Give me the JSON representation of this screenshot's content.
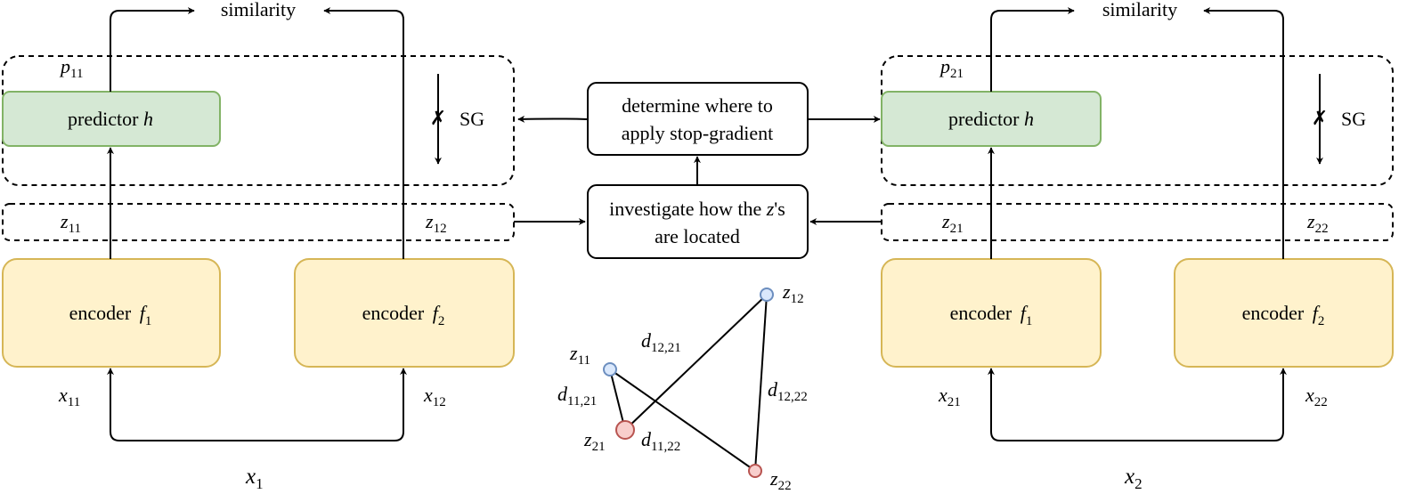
{
  "colors": {
    "predictor_fill": "#d5e8d4",
    "predictor_stroke": "#82b366",
    "encoder_fill": "#fff2cc",
    "encoder_stroke": "#d6b656",
    "node_blue_fill": "#dae8fc",
    "node_blue_stroke": "#6c8ebf",
    "node_red_fill": "#f8cecc",
    "node_red_stroke": "#b85450",
    "line": "#000000"
  },
  "left": {
    "similarity": "similarity",
    "p": {
      "base": "p",
      "sub": "11"
    },
    "predictor": {
      "text": "predictor ",
      "var": "h"
    },
    "sg": "SG",
    "z_a": {
      "base": "z",
      "sub": "11"
    },
    "z_b": {
      "base": "z",
      "sub": "12"
    },
    "encoder_a": {
      "text": "encoder ",
      "var": "f",
      "sub": "1"
    },
    "encoder_b": {
      "text": "encoder ",
      "var": "f",
      "sub": "2"
    },
    "x_a": {
      "base": "x",
      "sub": "11"
    },
    "x_b": {
      "base": "x",
      "sub": "12"
    },
    "x": {
      "base": "x",
      "sub": "1"
    }
  },
  "right": {
    "similarity": "similarity",
    "p": {
      "base": "p",
      "sub": "21"
    },
    "predictor": {
      "text": "predictor ",
      "var": "h"
    },
    "sg": "SG",
    "z_a": {
      "base": "z",
      "sub": "21"
    },
    "z_b": {
      "base": "z",
      "sub": "22"
    },
    "encoder_a": {
      "text": "encoder ",
      "var": "f",
      "sub": "1"
    },
    "encoder_b": {
      "text": "encoder ",
      "var": "f",
      "sub": "2"
    },
    "x_a": {
      "base": "x",
      "sub": "21"
    },
    "x_b": {
      "base": "x",
      "sub": "22"
    },
    "x": {
      "base": "x",
      "sub": "2"
    }
  },
  "center": {
    "determine_line1": "determine where to",
    "determine_line2": "apply stop-gradient",
    "investigate_pre": "investigate how the ",
    "investigate_var": "z",
    "investigate_post": "'s",
    "investigate_line2": "are located"
  },
  "distances": {
    "nodes": {
      "z11": {
        "base": "z",
        "sub": "11"
      },
      "z12": {
        "base": "z",
        "sub": "12"
      },
      "z21": {
        "base": "z",
        "sub": "21"
      },
      "z22": {
        "base": "z",
        "sub": "22"
      }
    },
    "edges": {
      "d12_21": {
        "base": "d",
        "sub": "12,21"
      },
      "d11_21": {
        "base": "d",
        "sub": "11,21"
      },
      "d11_22": {
        "base": "d",
        "sub": "11,22"
      },
      "d12_22": {
        "base": "d",
        "sub": "12,22"
      }
    }
  }
}
